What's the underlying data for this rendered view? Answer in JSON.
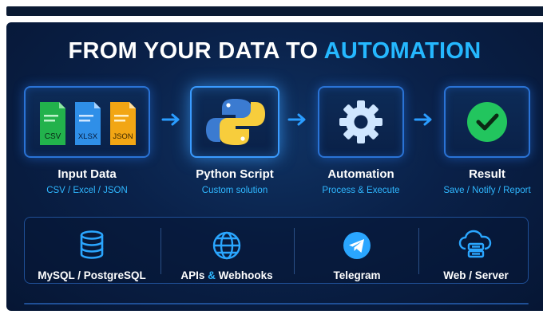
{
  "title": {
    "main": "FROM YOUR DATA TO",
    "accent": "AUTOMATION"
  },
  "stages": [
    {
      "label": "Input Data",
      "sub": "CSV / Excel / JSON",
      "icon": "data-files-icon",
      "files": [
        "CSV",
        "XLSX",
        "JSON"
      ]
    },
    {
      "label": "Python Script",
      "sub": "Custom solution",
      "icon": "python-logo-icon"
    },
    {
      "label": "Automation",
      "sub": "Process & Execute",
      "icon": "gear-icon"
    },
    {
      "label": "Result",
      "sub": "Save / Notify / Report",
      "icon": "checkmark-icon"
    }
  ],
  "tools": [
    {
      "label": "MySQL / PostgreSQL",
      "icon": "database-icon"
    },
    {
      "label_a": "APIs",
      "label_amp": "&",
      "label_b": "Webhooks",
      "icon": "globe-icon"
    },
    {
      "label": "Telegram",
      "icon": "telegram-icon"
    },
    {
      "label": "Web / Server",
      "icon": "cloud-server-icon"
    }
  ],
  "colors": {
    "background": "#0a2149",
    "accent": "#25b8ff",
    "border": "#2a73d6",
    "csv": "#22b24c",
    "xlsx": "#2f8fe8",
    "json": "#f2a614",
    "check": "#22c55e"
  }
}
